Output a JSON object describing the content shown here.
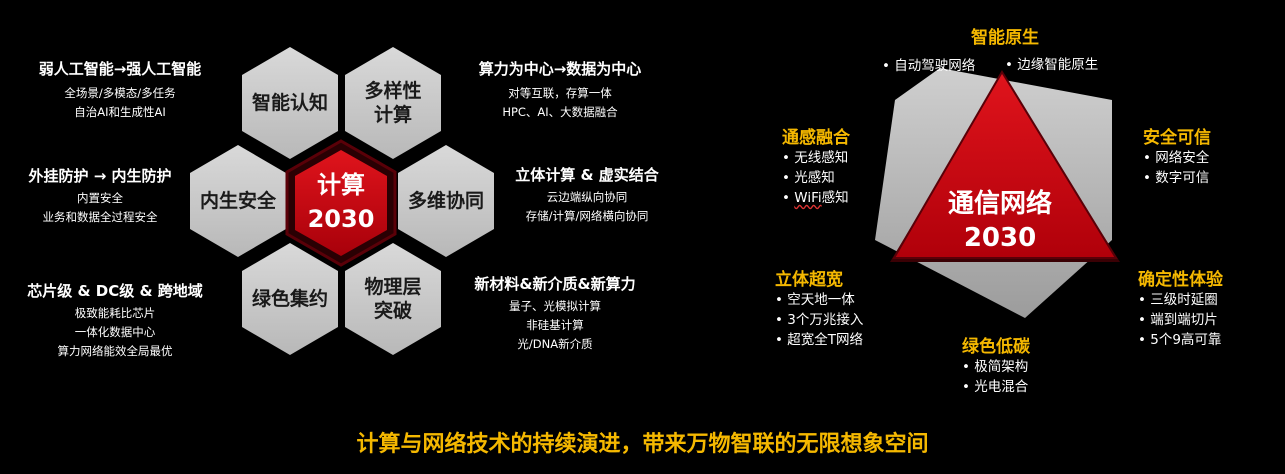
{
  "center_hex": {
    "line1": "计算",
    "line2": "2030"
  },
  "hexes": {
    "top_left": "智能认知",
    "top_right_line1": "多样性",
    "top_right_line2": "计算",
    "mid_left": "内生安全",
    "mid_right": "多维协同",
    "bot_left": "绿色集约",
    "bot_right_line1": "物理层",
    "bot_right_line2": "突破"
  },
  "left_blocks": {
    "block1": {
      "title": "弱人工智能→强人工智能",
      "lines": [
        "全场景/多模态/多任务",
        "自治AI和生成性AI"
      ]
    },
    "block2": {
      "title": "外挂防护 → 内生防护",
      "lines": [
        "内置安全",
        "业务和数据全过程安全"
      ]
    },
    "block3": {
      "title": "芯片级 & DC级 & 跨地域",
      "lines": [
        "极致能耗比芯片",
        "一体化数据中心",
        "算力网络能效全局最优"
      ]
    },
    "block4": {
      "title": "算力为中心→数据为中心",
      "lines": [
        "对等互联，存算一体",
        "HPC、AI、大数据融合"
      ]
    },
    "block5": {
      "title": "立体计算 & 虚实结合",
      "lines": [
        "云边端纵向协同",
        "存储/计算/网络横向协同"
      ]
    },
    "block6": {
      "title": "新材料&新介质&新算力",
      "lines": [
        "量子、光模拟计算",
        "非硅基计算",
        "光/DNA新介质"
      ]
    }
  },
  "network": {
    "center_line1": "通信网络",
    "center_line2": "2030",
    "top": {
      "title": "智能原生",
      "items": [
        "• 自动驾驶网络",
        "• 边缘智能原生"
      ]
    },
    "upper_left": {
      "title": "通感融合",
      "items": [
        "• 无线感知",
        "• 光感知",
        "• WiFi感知"
      ]
    },
    "upper_right": {
      "title": "安全可信",
      "items": [
        "• 网络安全",
        "• 数字可信"
      ]
    },
    "lower_left": {
      "title": "立体超宽",
      "items": [
        "• 空天地一体",
        "• 3个万兆接入",
        "• 超宽全T网络"
      ]
    },
    "lower_right": {
      "title": "确定性体验",
      "items": [
        "• 三级时延圈",
        "• 端到端切片",
        "• 5个9高可靠"
      ]
    },
    "bottom": {
      "title": "绿色低碳",
      "items": [
        "• 极简架构",
        "• 光电混合"
      ]
    }
  },
  "slogan": "计算与网络技术的持续演进，带来万物智联的无限想象空间",
  "colors": {
    "accent": "#f5b800",
    "red": "#c8000a",
    "hex_gray": "#c8c8c8"
  }
}
